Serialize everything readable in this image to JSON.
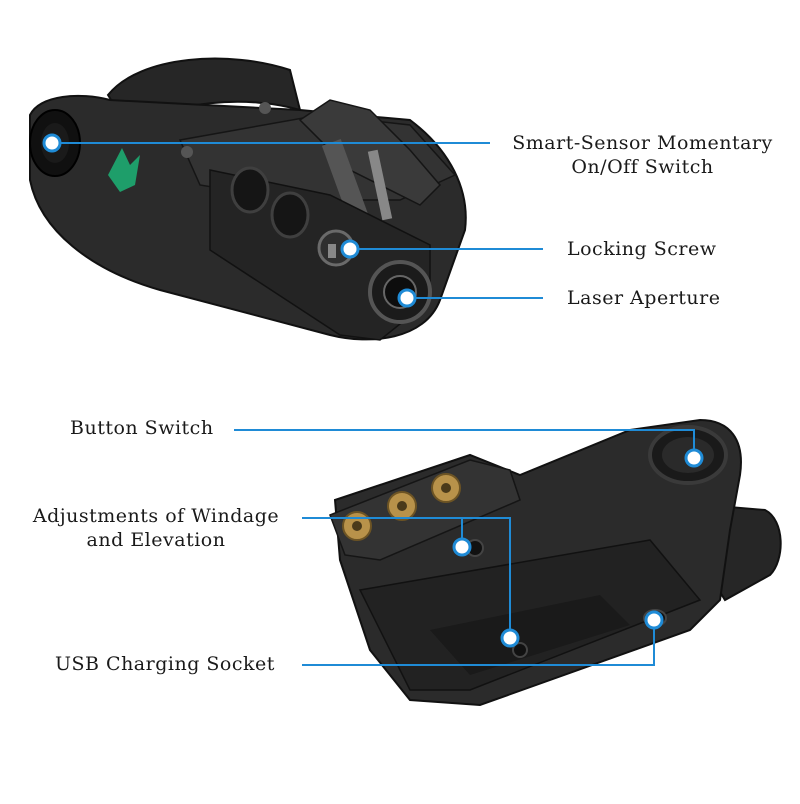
{
  "colors": {
    "leader": "#1f8bd6",
    "device_body": "#2a2a2a",
    "device_edge": "#111111",
    "brass": "#b8924a",
    "logo": "#1e9e6a",
    "text": "#1a1a1a"
  },
  "labels": {
    "smart_sensor_line1": "Smart-Sensor Momentary",
    "smart_sensor_line2": "On/Off Switch",
    "locking_screw": "Locking Screw",
    "laser_aperture": "Laser Aperture",
    "button_switch": "Button Switch",
    "adjustments_line1": "Adjustments of Windage",
    "adjustments_line2": "and Elevation",
    "usb_socket": "USB Charging Socket"
  },
  "icons": {
    "top_device": "laser-sight-front-view-icon",
    "bottom_device": "laser-sight-underside-view-icon",
    "logo": "wolf-logo-icon"
  }
}
